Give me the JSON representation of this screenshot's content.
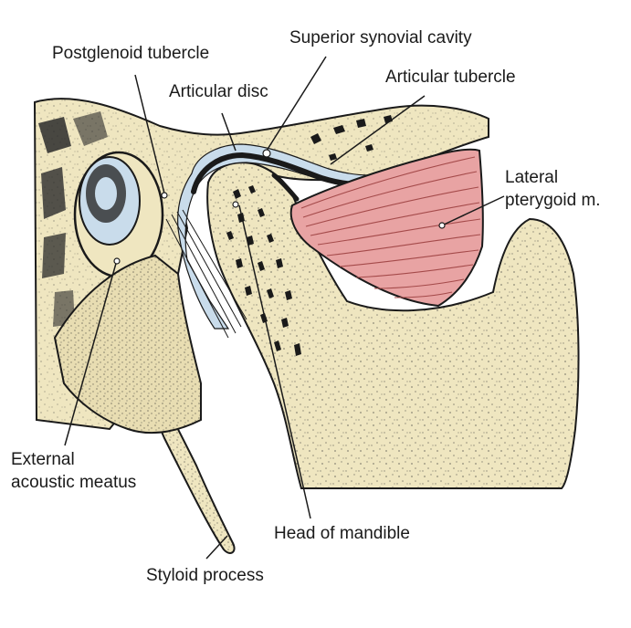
{
  "labels": {
    "superior_synovial_cavity": "Superior synovial cavity",
    "postglenoid_tubercle": "Postglenoid tubercle",
    "articular_tubercle": "Articular tubercle",
    "articular_disc": "Articular disc",
    "lateral_pterygoid_line1": "Lateral",
    "lateral_pterygoid_line2": "pterygoid m.",
    "external_acoustic_line1": "External",
    "external_acoustic_line2": "acoustic meatus",
    "head_of_mandible": "Head of mandible",
    "styloid_process": "Styloid process"
  },
  "colors": {
    "bone": "#EFE6C0",
    "bone_shadow": "#D9CFA4",
    "synovial_cavity": "#C9DCEB",
    "muscle": "#E8A3A3",
    "muscle_lines": "#A44A4A",
    "disc": "#1a1a1a",
    "outline": "#1a1a1a"
  }
}
